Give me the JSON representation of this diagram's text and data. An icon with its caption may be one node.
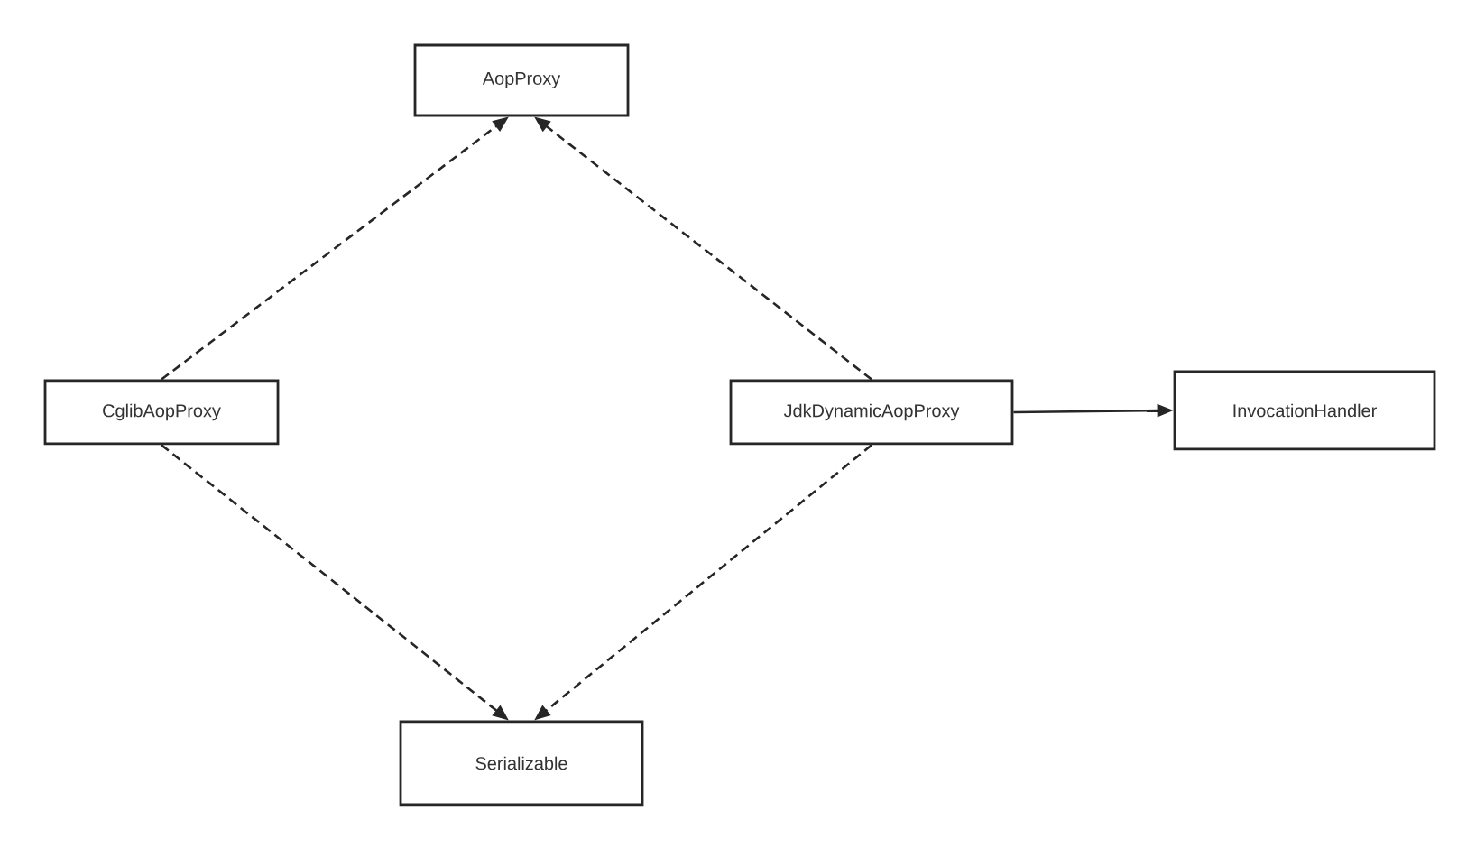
{
  "diagram": {
    "nodes": [
      {
        "text": [
          "AopProxy"
        ]
      },
      {
        "text": [
          "CglibAopProxy"
        ]
      },
      {
        "text": [
          "JdkDynamicAopProxy"
        ]
      },
      {
        "text": [
          "InvocationHandler"
        ]
      },
      {
        "text": [
          "Serializable"
        ]
      }
    ],
    "edges": [
      {
        "from": 1,
        "to": 0,
        "arrow": "to",
        "style": "dashed"
      },
      {
        "from": 2,
        "to": 0,
        "arrow": "to",
        "style": "dashed"
      },
      {
        "from": 2,
        "to": 3,
        "arrow": "to"
      },
      {
        "from": 1,
        "to": 4,
        "arrow": "to",
        "style": "dashed"
      },
      {
        "from": 2,
        "to": 4,
        "arrow": "to",
        "style": "dashed"
      }
    ]
  }
}
